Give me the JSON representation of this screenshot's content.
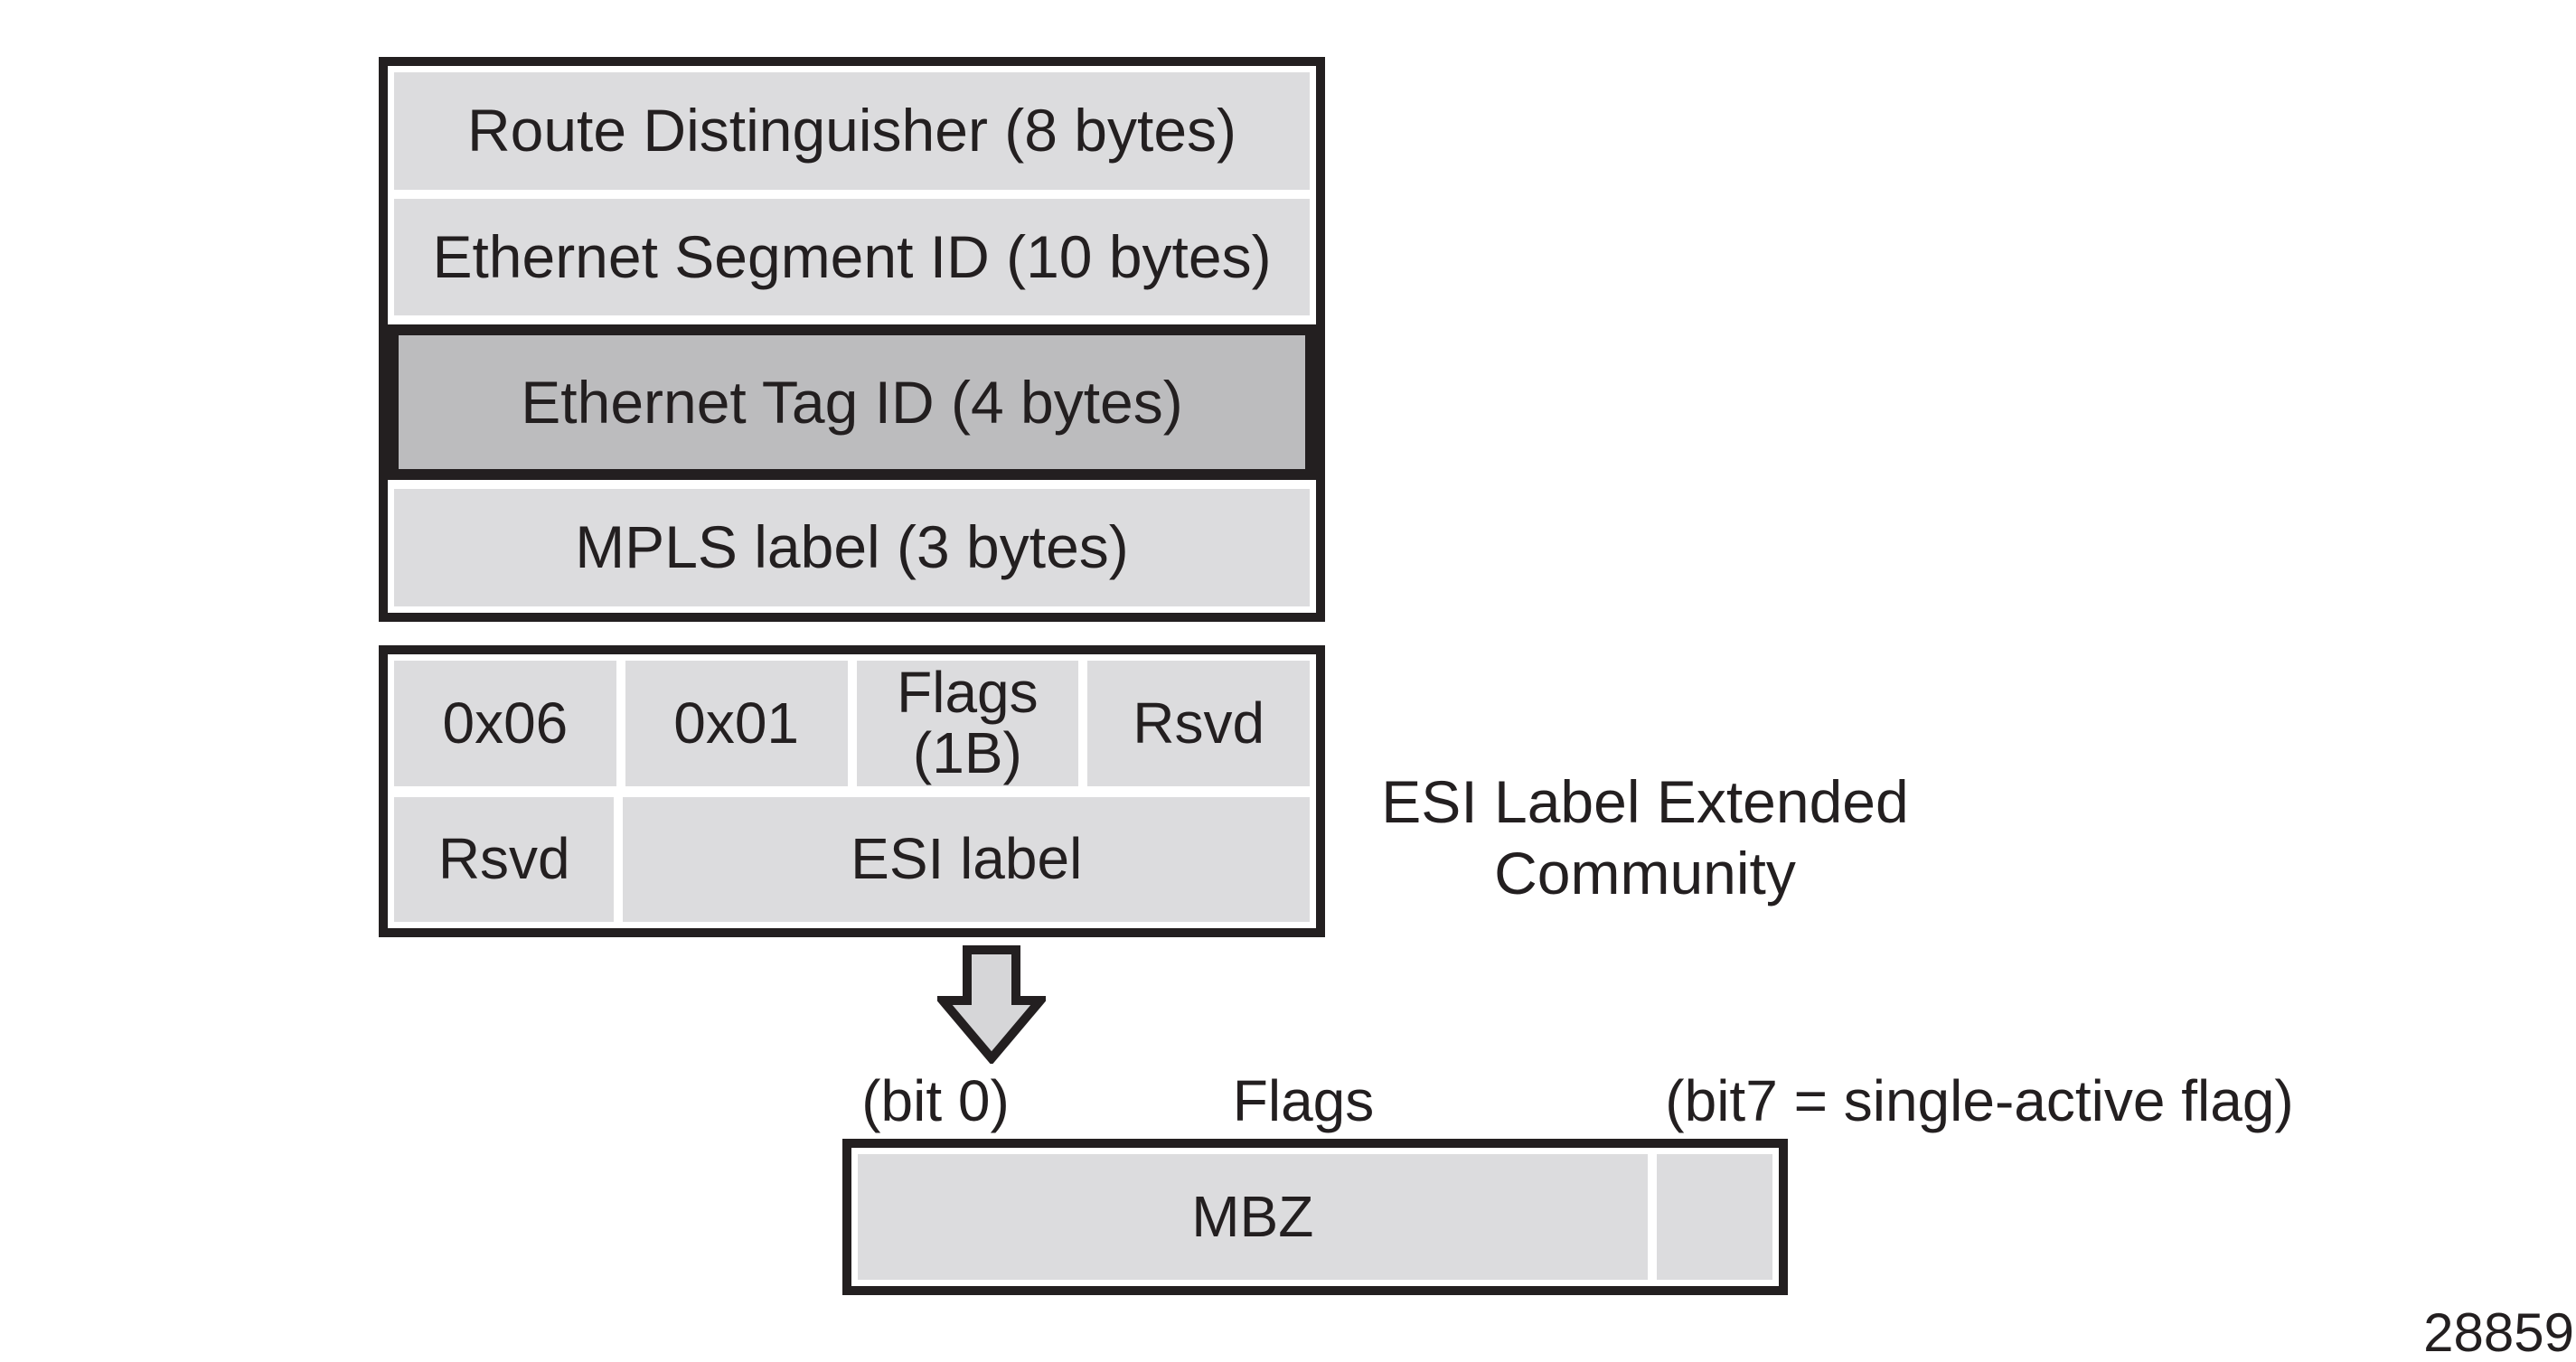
{
  "colors": {
    "ink": "#231f20",
    "cell": "#dcdcde",
    "cell_dark": "#bcbcbe",
    "arrow_fill": "#d6d6d8",
    "background": "#ffffff"
  },
  "nlri_box": {
    "rows": [
      {
        "label": "Route Distinguisher (8 bytes)",
        "emphasis": false
      },
      {
        "label": "Ethernet Segment ID (10 bytes)",
        "emphasis": false
      },
      {
        "label": "Ethernet Tag ID (4 bytes)",
        "emphasis": true
      },
      {
        "label": "MPLS label (3 bytes)",
        "emphasis": false
      }
    ]
  },
  "esi_community_box": {
    "row1": [
      "0x06",
      "0x01",
      "Flags\n(1B)",
      "Rsvd"
    ],
    "row2": [
      "Rsvd",
      "ESI label"
    ],
    "caption": "ESI Label Extended\nCommunity"
  },
  "flags_detail": {
    "bit0_label": "(bit 0)",
    "flags_label": "Flags",
    "bit7_label": "(bit7 = single-active flag)",
    "mbz_label": "MBZ"
  },
  "figure": {
    "number": "28859"
  }
}
